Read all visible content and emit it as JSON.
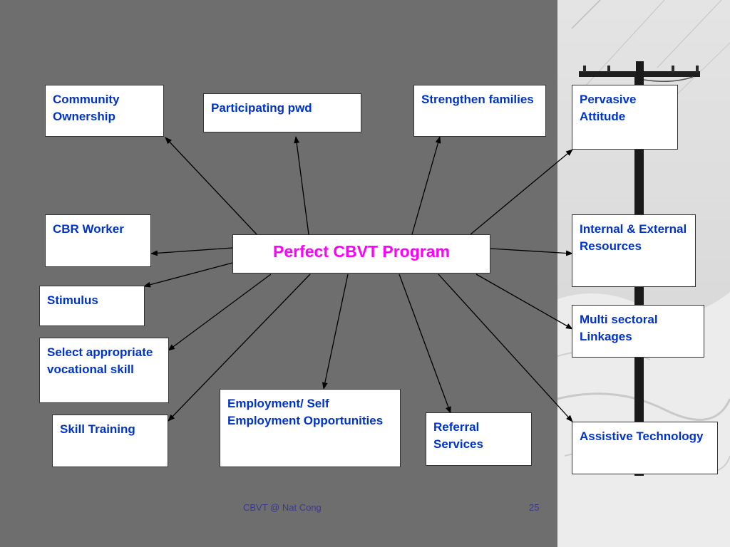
{
  "colors": {
    "background": "#6e6e6e",
    "node_text": "#0033cc",
    "center_text": "#ff00ff",
    "arrow": "#000000",
    "footer_text": "#3a3a8a"
  },
  "diagram": {
    "center": {
      "label": "Perfect CBVT Program"
    },
    "nodes": {
      "community_ownership": "Community Ownership",
      "participating_pwd": "Participating pwd",
      "strengthen_families": "Strengthen families",
      "pervasive_attitude": "Pervasive Attitude",
      "cbr_worker": "CBR Worker",
      "internal_external_resources": "Internal & External Resources",
      "stimulus": "Stimulus",
      "multi_sectoral_linkages": "Multi sectoral Linkages",
      "select_vocational_skill": "Select appropriate vocational skill",
      "employment_opportunities": "Employment/ Self Employment Opportunities",
      "referral_services": "Referral Services",
      "skill_training": "Skill Training",
      "assistive_technology": "Assistive Technology"
    }
  },
  "footer": {
    "credit": "CBVT @ Nat Cong",
    "page_number": "25"
  }
}
